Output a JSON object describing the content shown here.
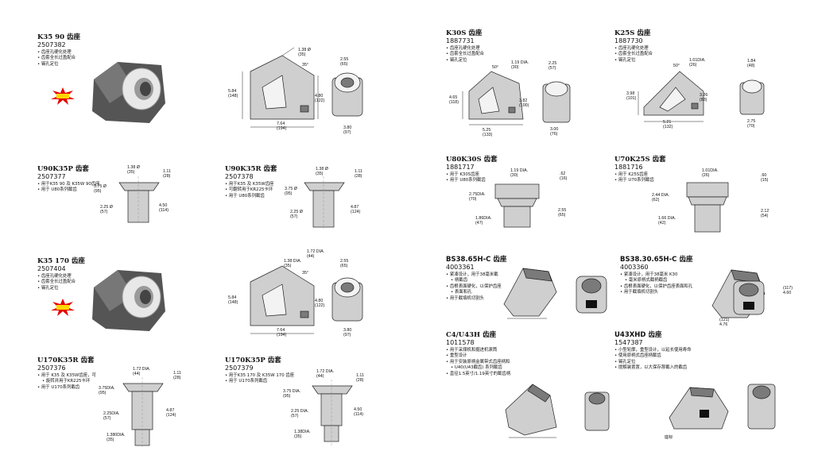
{
  "products": [
    {
      "title": "K35 90",
      "zh": "齿座",
      "pn": "2507382",
      "bullets": [
        "齿座孔硬化处理",
        "齿套全长过盈配合",
        "锡孔定位"
      ],
      "dims": {
        "hole": "1.38 Ø",
        "hole_mm": "(35)",
        "angle": "35°",
        "h1": "5.84",
        "h1_mm": "(148)",
        "h2": "4.80",
        "h2_mm": "(122)",
        "w": "7.64",
        "w_mm": "(194)",
        "t1": "2.55",
        "t1_mm": "(65)",
        "t2": "3.80",
        "t2_mm": "(97)"
      }
    },
    {
      "title": "U90K35P",
      "zh": "齿套",
      "pn": "2507377",
      "bullets": [
        "用于K35 90 及 K35W 90齿座",
        "用于 U80系列截齿"
      ],
      "dims": {
        "top": "1.38 Ø",
        "top_mm": "(35)",
        "a": "1.11",
        "a_mm": "(28)",
        "b": "3.75 Ø",
        "b_mm": "(95)",
        "c": "4.50",
        "c_mm": "(114)",
        "d": "2.25 Ø",
        "d_mm": "(57)"
      }
    },
    {
      "title": "U90K35R",
      "zh": "齿套",
      "pn": "2507378",
      "bullets": [
        "用于K35 及 K35W齿座",
        "可翻转用于KR225卡环",
        "用于 U80系列截齿"
      ],
      "dims": {
        "top": "1.38 Ø",
        "top_mm": "(35)",
        "a": "1.11",
        "a_mm": "(28)",
        "b": "3.75 Ø",
        "b_mm": "(95)",
        "c": "4.87",
        "c_mm": "(124)",
        "d": "2.25 Ø",
        "d_mm": "(57)"
      }
    },
    {
      "title": "K35 170",
      "zh": "齿座",
      "pn": "2507404",
      "bullets": [
        "齿座孔硬化处理",
        "齿套全长过盈配合",
        "锡孔定位"
      ],
      "dims": {
        "top": "1.72 DIA.",
        "top_mm": "(44)",
        "hole": "1.38 DIA.",
        "hole_mm": "(35)",
        "angle": "35°",
        "h1": "5.84",
        "h1_mm": "(148)",
        "h2": "4.80",
        "h2_mm": "(122)",
        "w": "7.64",
        "w_mm": "(194)",
        "t1": "2.55",
        "t1_mm": "(65)",
        "t2": "3.80",
        "t2_mm": "(97)"
      }
    },
    {
      "title": "U170K35R",
      "zh": "齿套",
      "pn": "2507376",
      "bullets": [
        "用于 K35 及 K35W齿座，可",
        "旋转并用于KR225卡环",
        "用于 U170系列截齿"
      ],
      "dims": {
        "top": "1.72 DIA.",
        "top_mm": "(44)",
        "a": "1.11",
        "a_mm": "(28)",
        "b": "3.75DIA.",
        "b_mm": "(95)",
        "c": "4.87",
        "c_mm": "(124)",
        "d": "2.25DIA.",
        "d_mm": "(57)",
        "e": "1.380DIA.",
        "e_mm": "(35)"
      }
    },
    {
      "title": "U170K35P",
      "zh": "齿套",
      "pn": "2507379",
      "bullets": [
        "用于K35 170 及 K35W 170 齿座",
        "用于 U170系列截齿"
      ],
      "dims": {
        "top": "1.72 DIA.",
        "top_mm": "(44)",
        "a": "1.11",
        "a_mm": "(28)",
        "b": "3.75 DIA.",
        "b_mm": "(95)",
        "c": "4.50",
        "c_mm": "(114)",
        "d": "2.25 DIA.",
        "d_mm": "(57)",
        "e": "1.38DIA.",
        "e_mm": "(35)"
      }
    },
    {
      "title": "K30S",
      "zh": "齿座",
      "pn": "1887731",
      "bullets": [
        "齿座孔硬化处理",
        "齿套全长过盈配合",
        "锡孔定位"
      ],
      "dims": {
        "angle": "50°",
        "hole": "1.19 DIA.",
        "hole_mm": "(30)",
        "h1": "4.65",
        "h1_mm": "(118)",
        "h2": "3.82",
        "h2_mm": "(100)",
        "w": "5.25",
        "w_mm": "(133)",
        "t1": "2.25",
        "t1_mm": "(57)",
        "t2": "3.00",
        "t2_mm": "(76)"
      }
    },
    {
      "title": "K25S",
      "zh": "齿座",
      "pn": "1887730",
      "bullets": [
        "齿座孔硬化处理",
        "齿套全长过盈配合",
        "锡孔定位"
      ],
      "dims": {
        "angle": "50°",
        "hole": "1.01DIA.",
        "hole_mm": "(26)",
        "h1": "3.98",
        "h1_mm": "(101)",
        "h2": "3.26",
        "h2_mm": "(83)",
        "w": "5.21",
        "w_mm": "(132)",
        "t1": "1.84",
        "t1_mm": "(48)",
        "t2": "2.75",
        "t2_mm": "(70)"
      }
    },
    {
      "title": "U80K30S",
      "zh": "齿套",
      "pn": "1881717",
      "bullets": [
        "用于 K30S齿座",
        "用于 U80系列截齿"
      ],
      "dims": {
        "top": "1.19 DIA.",
        "top_mm": "(30)",
        "a": ".62",
        "a_mm": "(16)",
        "b": "2.75DIA.",
        "b_mm": "(70)",
        "c": "2.55",
        "c_mm": "(65)",
        "d": "1.86DIA.",
        "d_mm": "(47)"
      }
    },
    {
      "title": "U70K25S",
      "zh": "齿套",
      "pn": "1881716",
      "bullets": [
        "用于 K25S齿座",
        "用于 U70系列截齿"
      ],
      "dims": {
        "top": "1.01DIA.",
        "top_mm": "(26)",
        "a": ".60",
        "a_mm": "(15)",
        "b": "2.44 DIA.",
        "b_mm": "(62)",
        "c": "2.12",
        "c_mm": "(54)",
        "d": "1.66 DIA.",
        "d_mm": "(42)"
      }
    },
    {
      "title": "BS38.65H-C",
      "zh": "齿座",
      "pn": "4003361",
      "bullets": [
        "紧凑设计，用于38毫米截",
        "柄截齿",
        "齿根表面硬化，以保护齿座",
        "表面和孔",
        "用于截填机切割头"
      ]
    },
    {
      "title": "BS38.30.65H-C",
      "zh": "齿座",
      "pn": "4003360",
      "bullets": [
        "紧凑设计，用于38毫米 K30",
        "毫米原柄式截柄截齿",
        "齿根表面硬化，以保护齿座表面和孔",
        "用于截填机切割头"
      ],
      "dims": {
        "h": "(117)",
        "h_in": "4.60",
        "w": "(121)",
        "w_in": "4.76"
      }
    },
    {
      "title": "C4/U43H",
      "zh": "齿座",
      "pn": "1011578",
      "bullets": [
        "用于采煤机和掘进机滚筒",
        "重型设计",
        "用于安装原柄金属带式齿座柄和",
        "U40(U43截齿) 系列截齿",
        "直径1.5英寸/1.19英寸的截齿柄"
      ]
    },
    {
      "title": "U43XHD",
      "zh": "齿座",
      "pn": "1547387",
      "bullets": [
        "小型轮廓，重型设计，以延长使用寿命",
        "使用原柄式齿座柄截齿",
        "锡孔定位",
        "提解装置置，以大保存那截入的截齿"
      ],
      "note": "座标"
    }
  ]
}
